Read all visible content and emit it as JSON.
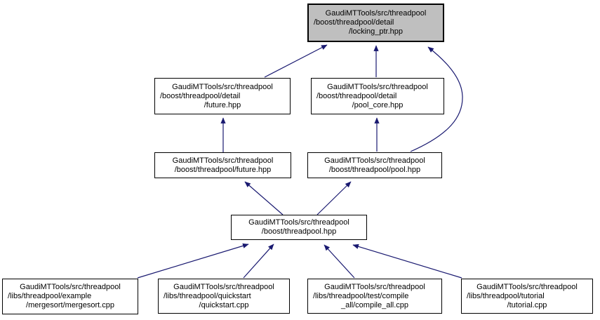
{
  "diagram": {
    "type": "include-dependency-graph",
    "colors": {
      "edge": "#191970",
      "node_fill": "#ffffff",
      "node_border": "#000000",
      "highlight_fill": "#bfbfbf"
    },
    "nodes": {
      "locking_ptr": {
        "lines": [
          "GaudiMTTools/src/threadpool",
          "/boost/threadpool/detail",
          "/locking_ptr.hpp"
        ],
        "highlighted": true
      },
      "detail_future": {
        "lines": [
          "GaudiMTTools/src/threadpool",
          "/boost/threadpool/detail",
          "/future.hpp"
        ]
      },
      "detail_pool_core": {
        "lines": [
          "GaudiMTTools/src/threadpool",
          "/boost/threadpool/detail",
          "/pool_core.hpp"
        ]
      },
      "future": {
        "lines": [
          "GaudiMTTools/src/threadpool",
          "/boost/threadpool/future.hpp"
        ]
      },
      "pool": {
        "lines": [
          "GaudiMTTools/src/threadpool",
          "/boost/threadpool/pool.hpp"
        ]
      },
      "threadpool": {
        "lines": [
          "GaudiMTTools/src/threadpool",
          "/boost/threadpool.hpp"
        ]
      },
      "mergesort": {
        "lines": [
          "GaudiMTTools/src/threadpool",
          "/libs/threadpool/example",
          "/mergesort/mergesort.cpp"
        ]
      },
      "quickstart": {
        "lines": [
          "GaudiMTTools/src/threadpool",
          "/libs/threadpool/quickstart",
          "/quickstart.cpp"
        ]
      },
      "compile_all": {
        "lines": [
          "GaudiMTTools/src/threadpool",
          "/libs/threadpool/test/compile",
          "_all/compile_all.cpp"
        ]
      },
      "tutorial": {
        "lines": [
          "GaudiMTTools/src/threadpool",
          "/libs/threadpool/tutorial",
          "/tutorial.cpp"
        ]
      }
    },
    "edges": [
      {
        "from": "detail_future",
        "to": "locking_ptr"
      },
      {
        "from": "detail_pool_core",
        "to": "locking_ptr"
      },
      {
        "from": "pool",
        "to": "locking_ptr"
      },
      {
        "from": "future",
        "to": "detail_future"
      },
      {
        "from": "pool",
        "to": "detail_pool_core"
      },
      {
        "from": "threadpool",
        "to": "future"
      },
      {
        "from": "threadpool",
        "to": "pool"
      },
      {
        "from": "mergesort",
        "to": "threadpool"
      },
      {
        "from": "quickstart",
        "to": "threadpool"
      },
      {
        "from": "compile_all",
        "to": "threadpool"
      },
      {
        "from": "tutorial",
        "to": "threadpool"
      }
    ]
  }
}
